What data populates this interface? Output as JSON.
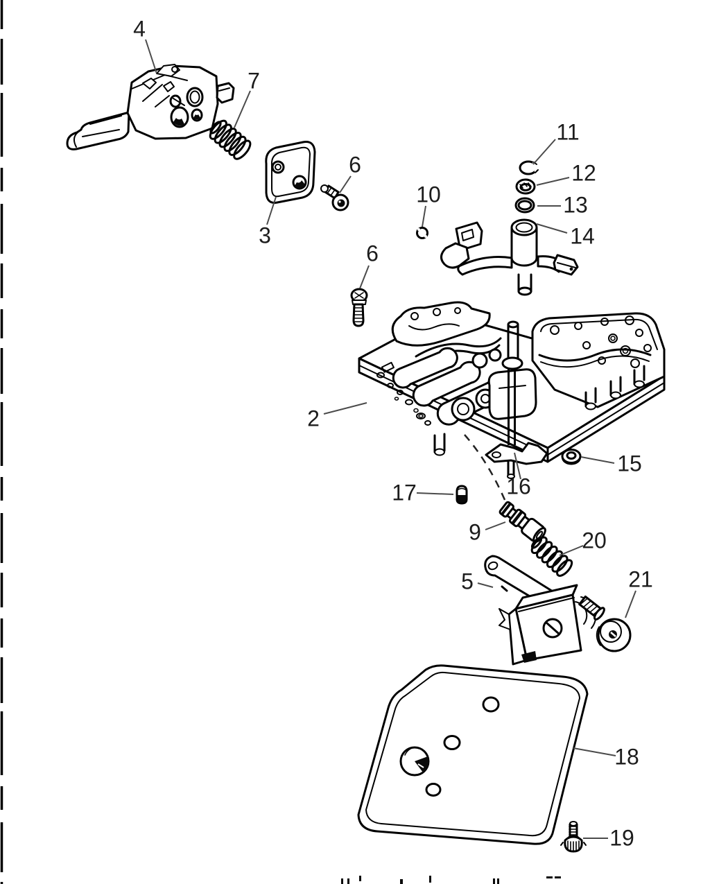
{
  "figure": {
    "kind": "exploded-parts-line-diagram",
    "colors": {
      "background": "#ffffff",
      "line_art": "#000000",
      "callout_text": "#1c1c1c",
      "leader_line": "#4a4a4a"
    }
  },
  "diagram": {
    "callouts": [
      {
        "label": "4",
        "target": "housing-assembly"
      },
      {
        "label": "7",
        "target": "coil-spring-upper"
      },
      {
        "label": "3",
        "target": "cover-plate"
      },
      {
        "label": "6",
        "target": "screw-short"
      },
      {
        "label": "10",
        "target": "small-o-ring"
      },
      {
        "label": "6",
        "target": "screw-long"
      },
      {
        "label": "11",
        "target": "c-clip"
      },
      {
        "label": "12",
        "target": "seal-ring"
      },
      {
        "label": "13",
        "target": "seal-ring-dark"
      },
      {
        "label": "14",
        "target": "plug-with-lever"
      },
      {
        "label": "2",
        "target": "valve-body"
      },
      {
        "label": "15",
        "target": "washer"
      },
      {
        "label": "16",
        "target": "shaft-lever"
      },
      {
        "label": "17",
        "target": "small-pin"
      },
      {
        "label": "9",
        "target": "stepped-valve"
      },
      {
        "label": "20",
        "target": "coil-spring-lower"
      },
      {
        "label": "5",
        "target": "bracket"
      },
      {
        "label": "21",
        "target": "roller-stud"
      },
      {
        "label": "18",
        "target": "filter-plate"
      },
      {
        "label": "19",
        "target": "screw-head-down"
      }
    ]
  }
}
